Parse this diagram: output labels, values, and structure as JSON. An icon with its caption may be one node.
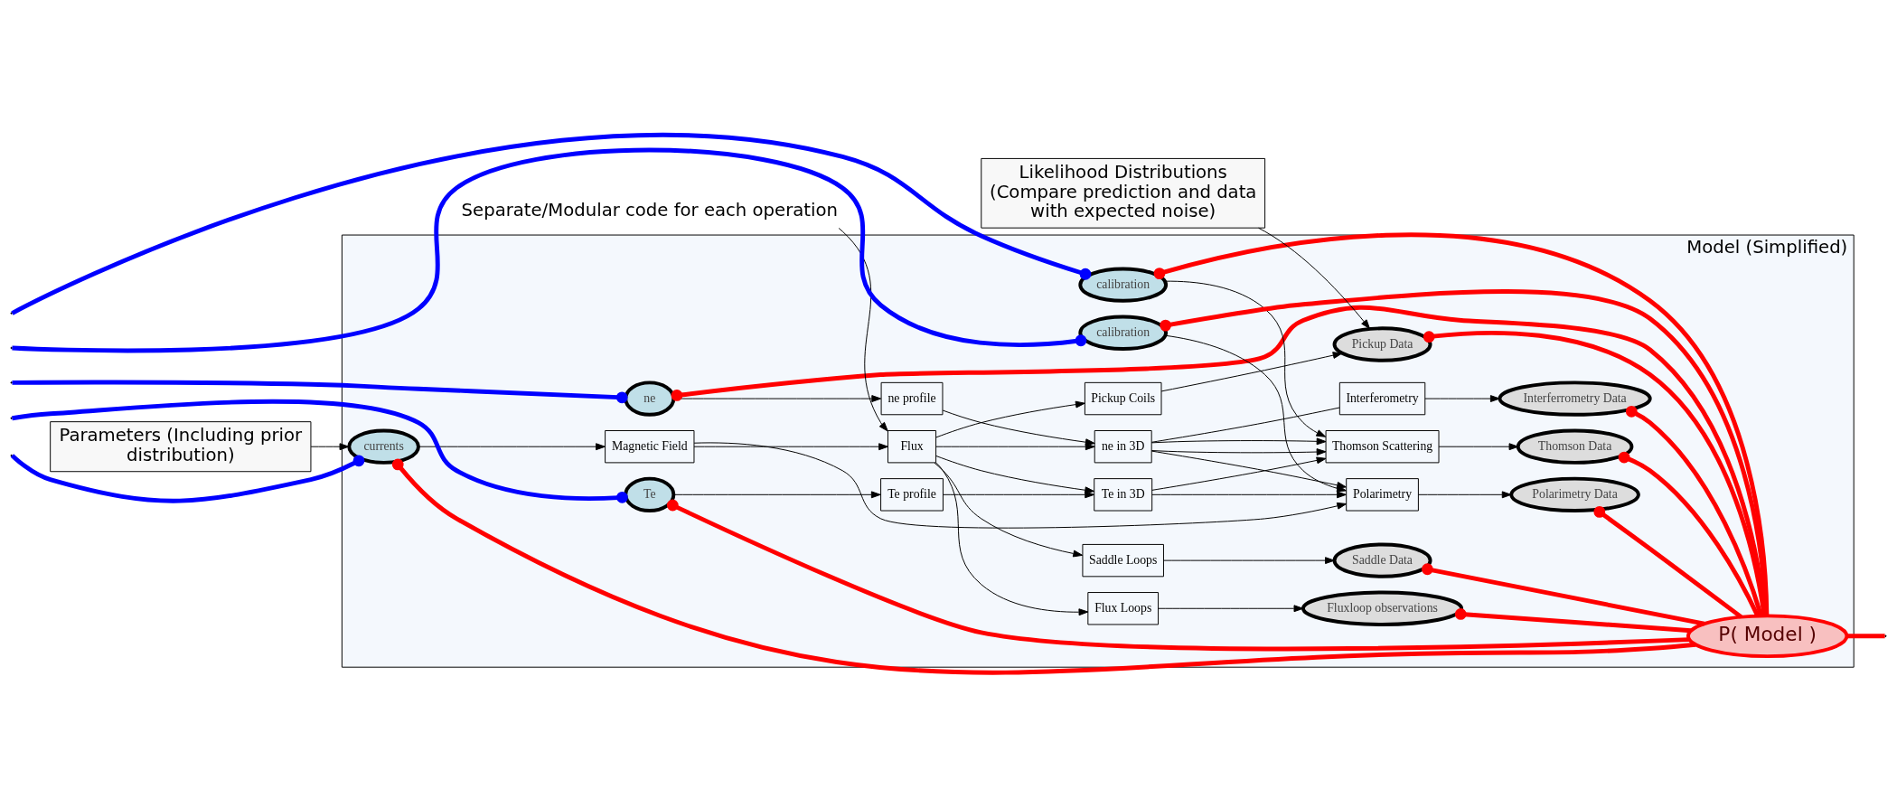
{
  "diagram": {
    "nodes": [
      {
        "text": [
          "Model (Simplified)"
        ]
      },
      {
        "text": [
          "Separate/Modular code for each operation"
        ]
      },
      {
        "text": [
          "Parameters (Including prior distribution)"
        ]
      },
      {
        "text": [
          "currents"
        ],
        "in": 0
      },
      {
        "text": [
          "Magnetic Field"
        ],
        "in": 0
      },
      {
        "text": [
          "Flux"
        ],
        "in": 0
      },
      {
        "text": [
          "Pickup Coils"
        ],
        "in": 0
      },
      {
        "text": [
          "Flux Loops"
        ],
        "in": 0
      },
      {
        "text": [
          "Saddle Loops"
        ],
        "in": 0
      },
      {
        "text": [
          "Pickup Data"
        ],
        "in": 0
      },
      {
        "text": [
          "Fluxloop observations"
        ],
        "in": 0
      },
      {
        "text": [
          "Saddle Data"
        ],
        "in": 0
      },
      {
        "text": [
          "Likelihood Distributions (Compare prediction and data with expected noise)"
        ]
      },
      {
        "text": [
          "ne"
        ],
        "in": 0
      },
      {
        "text": [
          "ne profile"
        ],
        "in": 0
      },
      {
        "text": [
          "ne in 3D"
        ],
        "in": 0
      },
      {
        "text": [
          "Interferometry"
        ],
        "in": 0
      },
      {
        "text": [
          "Interferrometry Data"
        ],
        "in": 0
      },
      {
        "text": [
          "Te"
        ],
        "in": 0
      },
      {
        "text": [
          "Te profile"
        ],
        "in": 0
      },
      {
        "text": [
          "Te in 3D"
        ],
        "in": 0
      },
      {
        "text": [
          "Thomson Scattering"
        ],
        "in": 0
      },
      {
        "text": [
          "Thomson Data"
        ],
        "in": 0
      },
      {
        "text": [
          "Polarimetry"
        ],
        "in": 0
      },
      {
        "text": [
          "Polarimetry Data"
        ],
        "in": 0
      },
      {
        "text": [
          "calibration"
        ],
        "in": 0
      },
      {
        "text": [
          "calibration"
        ],
        "in": 0
      },
      {
        "text": [
          "P( Model )"
        ],
        "in": 0
      }
    ],
    "edges": [
      {
        "from": 1,
        "to": 5,
        "arrow": "to"
      },
      {
        "from": 2,
        "to": 3,
        "arrow": "to"
      },
      {
        "from": 12,
        "to": 9,
        "arrow": "to"
      },
      {
        "from": 3,
        "to": 4,
        "arrow": "to"
      },
      {
        "from": 4,
        "to": 5,
        "arrow": "to"
      },
      {
        "from": 5,
        "to": 6,
        "arrow": "to"
      },
      {
        "from": 5,
        "to": 7,
        "arrow": "to"
      },
      {
        "from": 5,
        "to": 8,
        "arrow": "to"
      },
      {
        "from": 6,
        "to": 9,
        "arrow": "to"
      },
      {
        "from": 7,
        "to": 10,
        "arrow": "to"
      },
      {
        "from": 8,
        "to": 11,
        "arrow": "to"
      },
      {
        "from": 5,
        "to": 15,
        "arrow": "to"
      },
      {
        "from": 5,
        "to": 20,
        "arrow": "to"
      },
      {
        "from": 4,
        "to": 23,
        "arrow": "to"
      },
      {
        "from": 13,
        "to": 14,
        "arrow": "to"
      },
      {
        "from": 14,
        "to": 15,
        "arrow": "to"
      },
      {
        "from": 15,
        "to": 16,
        "arrow": "none"
      },
      {
        "from": 16,
        "to": 17,
        "arrow": "to"
      },
      {
        "from": 18,
        "to": 19,
        "arrow": "to"
      },
      {
        "from": 19,
        "to": 20,
        "arrow": "to"
      },
      {
        "from": 15,
        "to": 21,
        "arrow": "to"
      },
      {
        "from": 15,
        "to": 21,
        "arrow": "to"
      },
      {
        "from": 15,
        "to": 23,
        "arrow": "to"
      },
      {
        "from": 20,
        "to": 21,
        "arrow": "to"
      },
      {
        "from": 20,
        "to": 23,
        "arrow": "to"
      },
      {
        "from": 25,
        "to": 21,
        "arrow": "to"
      },
      {
        "from": 26,
        "to": 23,
        "arrow": "to"
      },
      {
        "from": 21,
        "to": 22,
        "arrow": "to"
      },
      {
        "from": 23,
        "to": 24,
        "arrow": "to"
      },
      {
        "from": 9,
        "to": 27,
        "arrow": "other",
        "style": "thick",
        "color": "#ff0000"
      },
      {
        "from": 10,
        "to": 27,
        "arrow": "other",
        "style": "thick",
        "color": "#ff0000"
      },
      {
        "from": 11,
        "to": 27,
        "arrow": "other",
        "style": "thick",
        "color": "#ff0000"
      },
      {
        "from": 17,
        "to": 27,
        "arrow": "other",
        "style": "thick",
        "color": "#ff0000"
      },
      {
        "from": 22,
        "to": 27,
        "arrow": "other",
        "style": "thick",
        "color": "#ff0000"
      },
      {
        "from": 24,
        "to": 27,
        "arrow": "other",
        "style": "thick",
        "color": "#ff0000"
      },
      {
        "from": 3,
        "to": 27,
        "arrow": "other",
        "style": "thick",
        "color": "#ff0000"
      },
      {
        "from": 13,
        "to": 27,
        "arrow": "other",
        "style": "thick",
        "color": "#ff0000"
      },
      {
        "from": 18,
        "to": 27,
        "arrow": "other",
        "style": "thick",
        "color": "#ff0000"
      },
      {
        "from": 25,
        "to": 27,
        "arrow": "other",
        "style": "thick",
        "color": "#ff0000"
      },
      {
        "from": 26,
        "to": 27,
        "arrow": "other",
        "style": "thick",
        "color": "#ff0000"
      },
      {
        "from": 27,
        "to": null,
        "arrow": "none",
        "style": "thick",
        "color": "#ff0000"
      },
      {
        "from": 3,
        "to": null,
        "arrow": "other",
        "style": "thick",
        "color": "#0000ff"
      },
      {
        "from": 13,
        "to": null,
        "arrow": "other",
        "style": "thick",
        "color": "#0000ff"
      },
      {
        "from": 18,
        "to": null,
        "arrow": "other",
        "style": "thick",
        "color": "#0000ff"
      },
      {
        "from": 25,
        "to": null,
        "arrow": "other",
        "style": "thick",
        "color": "#0000ff"
      },
      {
        "from": 26,
        "to": null,
        "arrow": "other",
        "style": "thick",
        "color": "#0000ff"
      }
    ]
  }
}
